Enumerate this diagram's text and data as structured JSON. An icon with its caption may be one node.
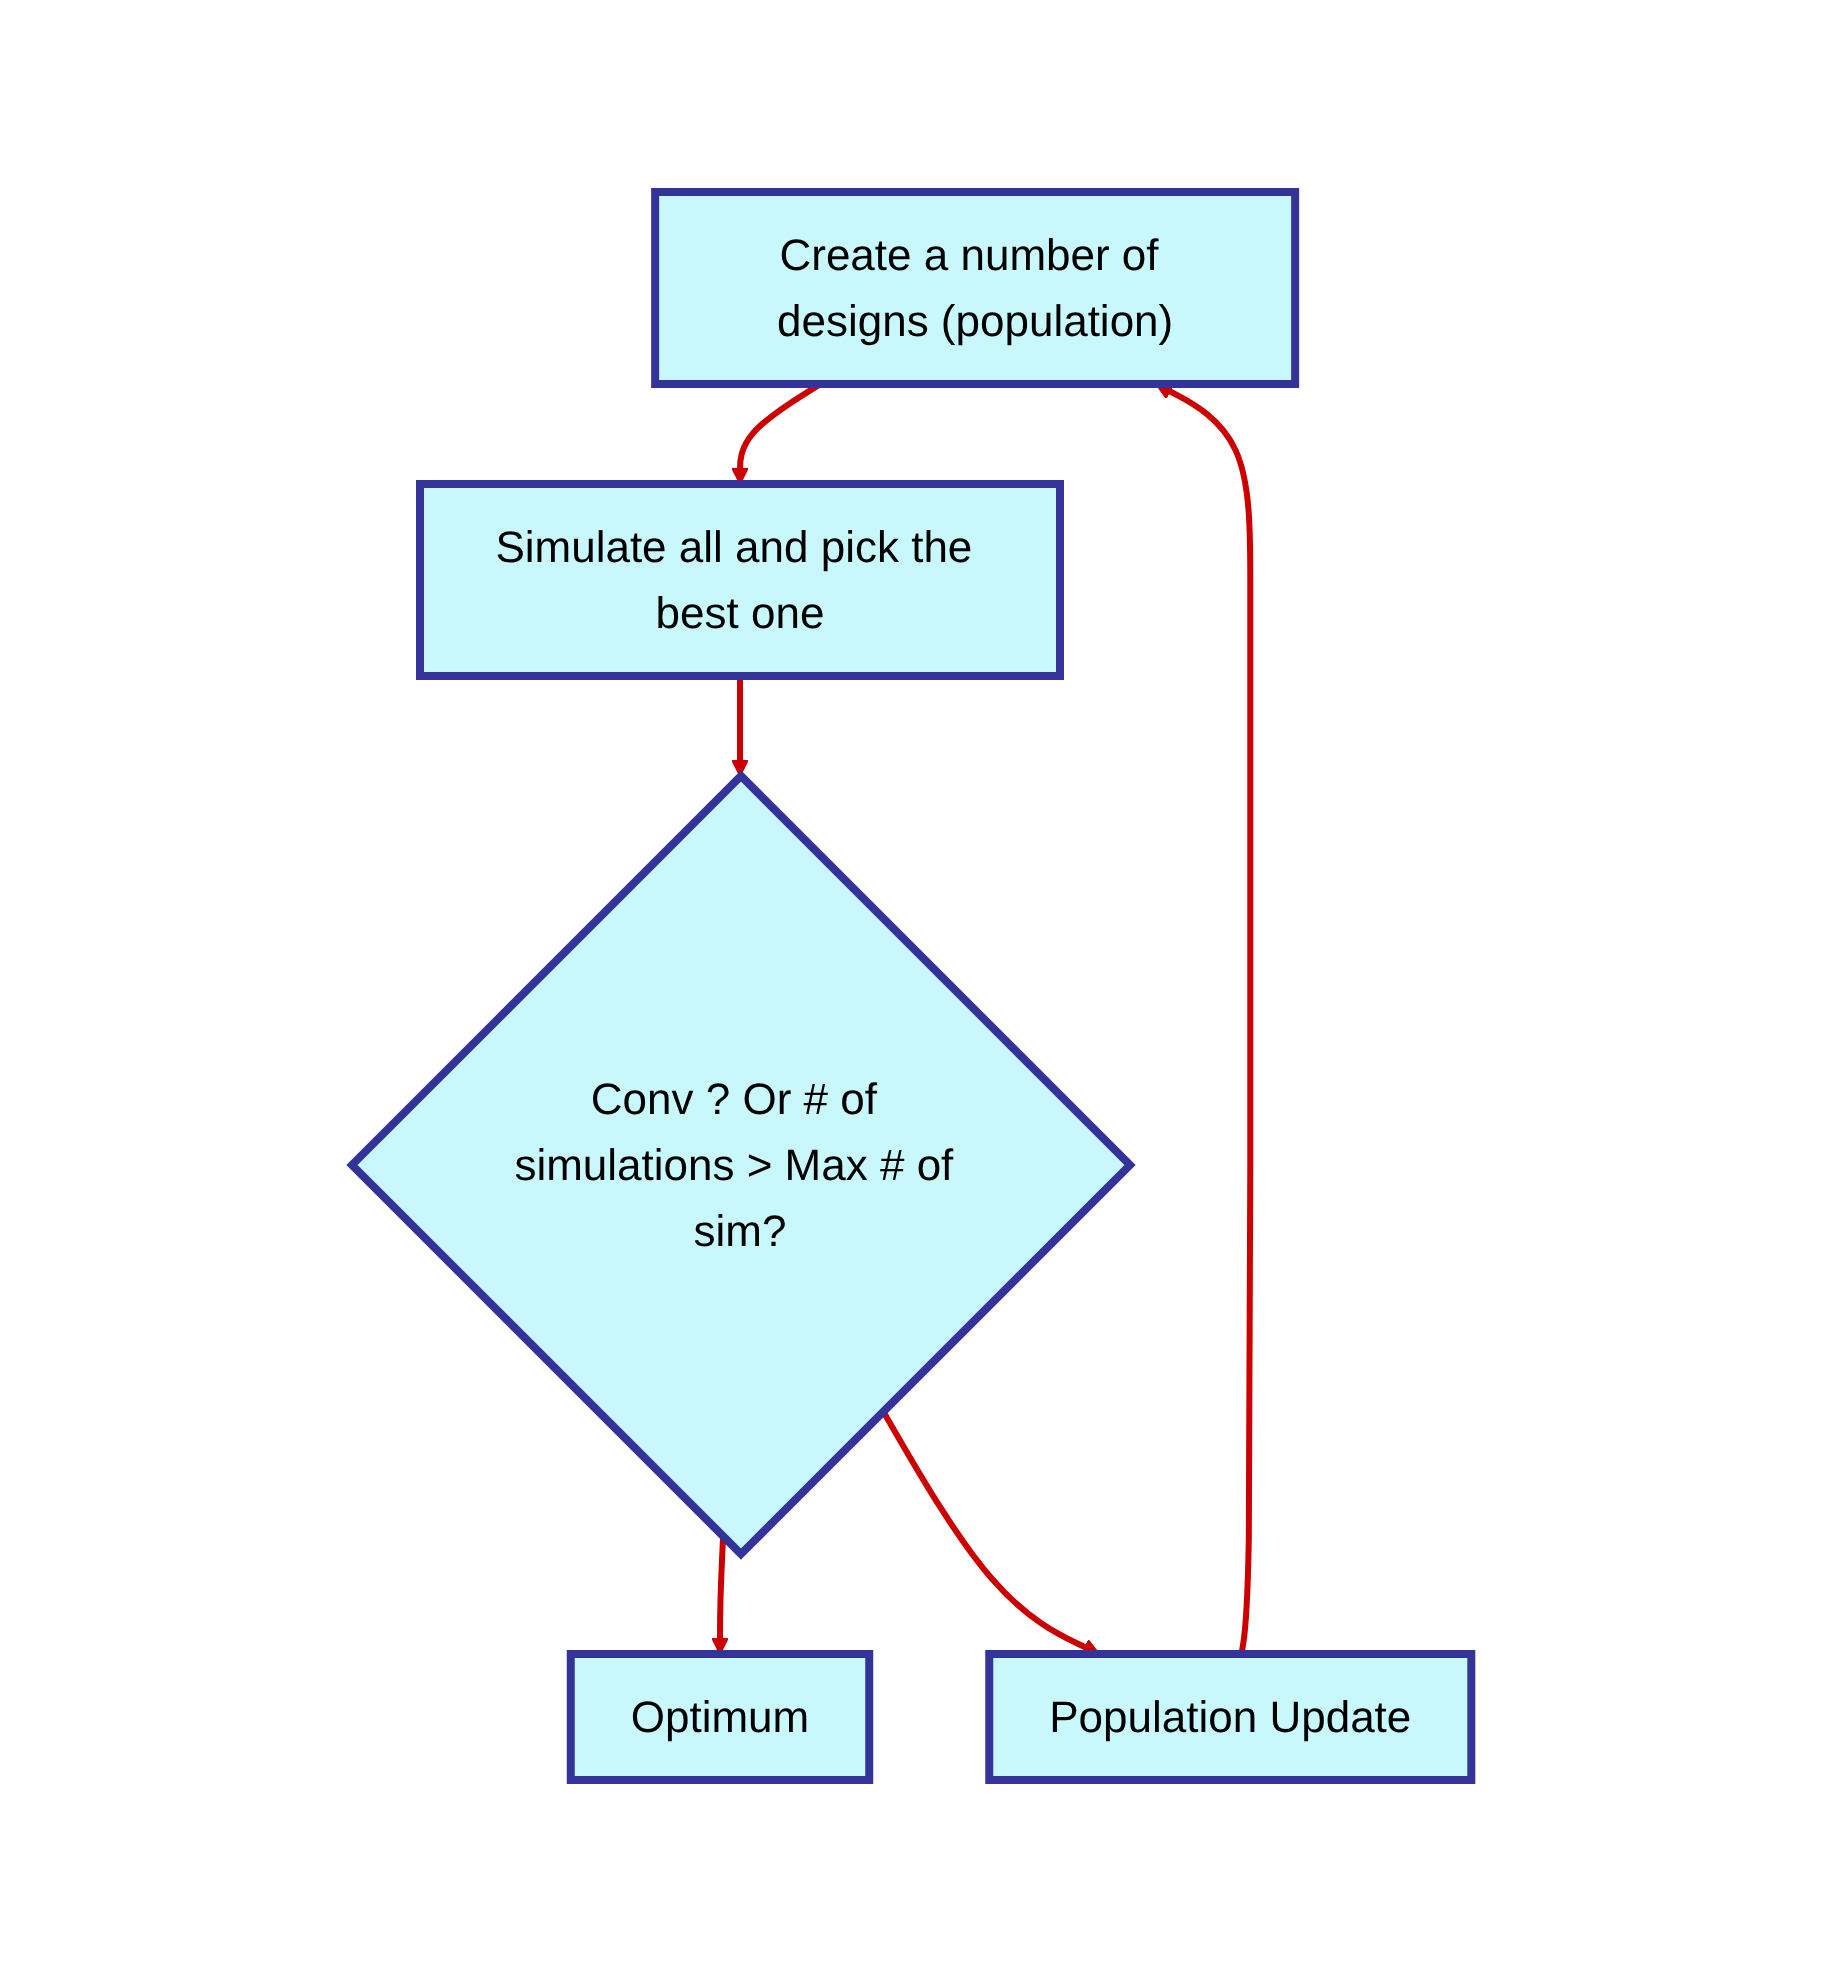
{
  "diagram": {
    "nodes": [
      {
        "text": [
          "Create a number of designs (population)"
        ]
      },
      {
        "text": [
          "Simulate all and pick the best one"
        ]
      },
      {
        "text": [
          "Conv ? Or # of simulations > Max # of sim?"
        ]
      },
      {
        "text": [
          "Optimum"
        ]
      },
      {
        "text": [
          "Population Update"
        ]
      }
    ],
    "edges": [
      {
        "from": 0,
        "to": 1,
        "arrow": "to"
      },
      {
        "from": 1,
        "to": 2,
        "arrow": "to"
      },
      {
        "from": 2,
        "to": 3,
        "arrow": "to"
      },
      {
        "from": 2,
        "to": 4,
        "arrow": "to"
      },
      {
        "from": 4,
        "to": 0,
        "arrow": "to"
      }
    ]
  }
}
